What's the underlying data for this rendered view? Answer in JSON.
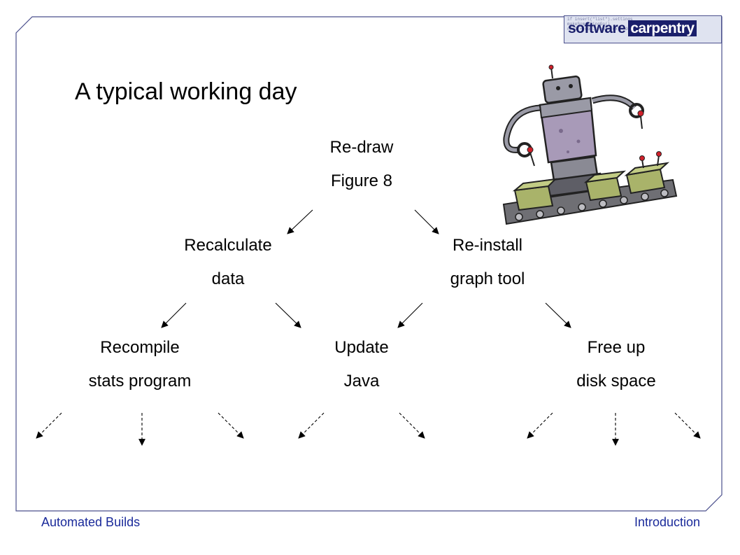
{
  "logo": {
    "word1": "software",
    "word2": "carpentry",
    "code_text": "if insert(\"list\").settings\nmakeSomethingGo()\nnext = doc.createTextNode"
  },
  "slide": {
    "title": "A typical working day",
    "nodes": {
      "root": {
        "line1": "Re-draw",
        "line2": "Figure 8"
      },
      "recalc": {
        "line1": "Recalculate",
        "line2": "data"
      },
      "reinstall": {
        "line1": "Re-install",
        "line2": "graph tool"
      },
      "recompile": {
        "line1": "Recompile",
        "line2": "stats program"
      },
      "update": {
        "line1": "Update",
        "line2": "Java"
      },
      "free": {
        "line1": "Free up",
        "line2": "disk space"
      }
    }
  },
  "footer": {
    "left": "Automated Builds",
    "right": "Introduction"
  },
  "colors": {
    "frame": "#4a4f8c",
    "footer_text": "#1a2a9a",
    "robot_body": "#a89ab8",
    "robot_cart": "#a9b36a"
  },
  "icons": {
    "robot": "robot-on-conveyor-illustration"
  }
}
